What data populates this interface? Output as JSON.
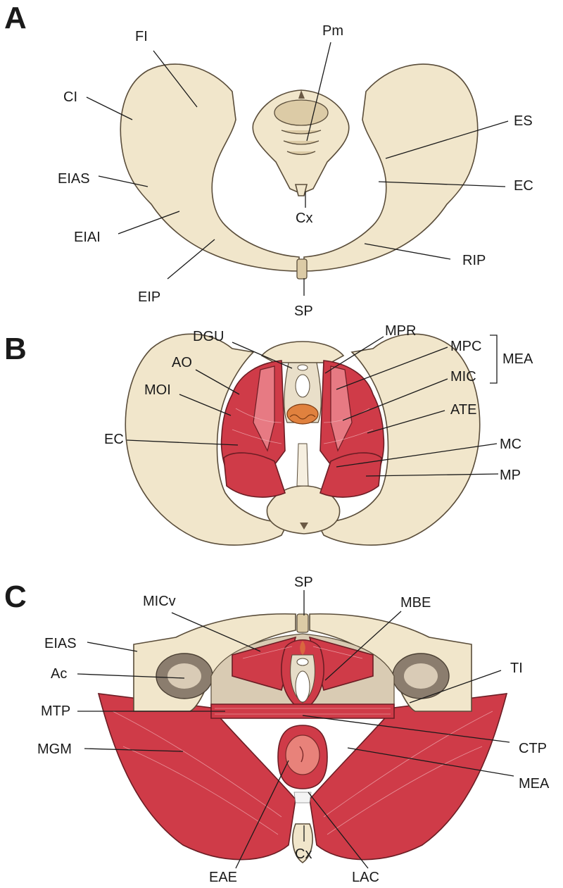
{
  "panels": {
    "a": {
      "letter": "A"
    },
    "b": {
      "letter": "B"
    },
    "c": {
      "letter": "C"
    }
  },
  "labels_a": {
    "fi": "FI",
    "pm": "Pm",
    "ci": "CI",
    "es": "ES",
    "eias": "EIAS",
    "ec": "EC",
    "cx": "Cx",
    "eiai": "EIAI",
    "rip": "RIP",
    "eip": "EIP",
    "sp": "SP"
  },
  "labels_b": {
    "dgu": "DGU",
    "mpr": "MPR",
    "ao": "AO",
    "mpc": "MPC",
    "mea": "MEA",
    "moi": "MOI",
    "mic": "MIC",
    "ate": "ATE",
    "ec": "EC",
    "mc": "MC",
    "mp": "MP"
  },
  "labels_c": {
    "sp": "SP",
    "micv": "MICv",
    "mbe": "MBE",
    "eias": "EIAS",
    "ac": "Ac",
    "ti": "TI",
    "mtp": "MTP",
    "mgm": "MGM",
    "ctp": "CTP",
    "mea": "MEA",
    "cx": "Cx",
    "eae": "EAE",
    "lac": "LAC"
  }
}
